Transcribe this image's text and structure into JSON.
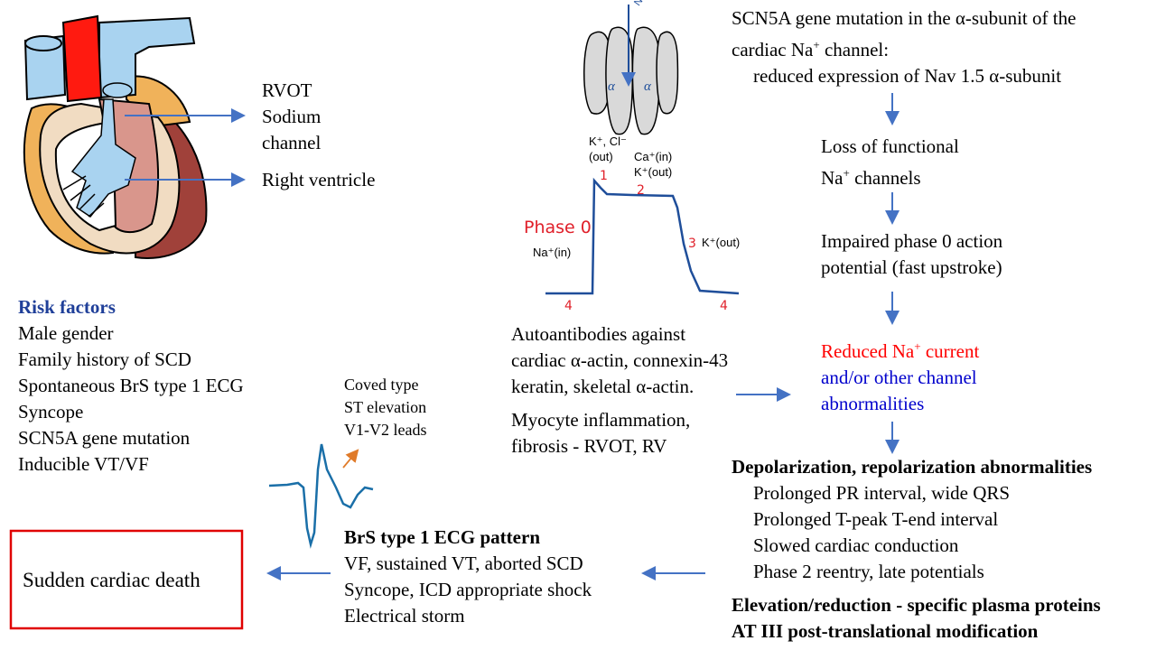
{
  "colors": {
    "arrow": "#4472c4",
    "risk_heading": "#1f3f99",
    "red_text": "#ff0000",
    "blue_text": "#0000cc",
    "scd_box_border": "#e00000",
    "ap_curve": "#1f4e9a",
    "ecg_curve": "#1a6fa8",
    "orange_arrow": "#e07b2a",
    "phase_label": "#e0202a"
  },
  "heart_labels": {
    "rvot": "RVOT",
    "sodium": "Sodium",
    "channel": "channel",
    "right_ventricle": "Right ventricle"
  },
  "channel": {
    "na_label": "Na+",
    "alpha_left": "α",
    "alpha_right": "α"
  },
  "action_potential": {
    "phase0_title": "Phase 0",
    "na_in": "Na⁺(in)",
    "phase1_ions_line1": "K⁺, Cl⁻",
    "phase1_ions_line2": "(out)",
    "phase2_ions_line1": "Ca⁺(in)",
    "phase2_ions_line2": "K⁺(out)",
    "phase3_ions": "K⁺(out)",
    "num_1": "1",
    "num_2": "2",
    "num_3": "3",
    "num_4_left": "4",
    "num_4_right": "4"
  },
  "flow": {
    "step1_line1": "SCN5A gene mutation in the α-subunit of the",
    "step1_line2_pre": "cardiac Na",
    "step1_line2_sup": "+",
    "step1_line2_post": " channel:",
    "step1_line3": "reduced expression of Nav 1.5 α-subunit",
    "step2_line1": "Loss of functional",
    "step2_line2_pre": "Na",
    "step2_line2_sup": "+",
    "step2_line2_post": " channels",
    "step3_line1": "Impaired phase 0 action",
    "step3_line2": "potential (fast upstroke)",
    "step4_line1_pre": "Reduced Na",
    "step4_line1_sup": "+",
    "step4_line1_post": " current",
    "step4_line2": "and/or other channel",
    "step4_line3": "abnormalities"
  },
  "autoantibodies": {
    "line1": "Autoantibodies against",
    "line2": "cardiac α-actin, connexin-43",
    "line3": "keratin, skeletal α-actin.",
    "line4": "Myocyte inflammation,",
    "line5": "fibrosis - RVOT, RV"
  },
  "depolarization": {
    "heading": "Depolarization, repolarization abnormalities",
    "items": [
      "Prolonged PR interval, wide QRS",
      "Prolonged T-peak T-end interval",
      "Slowed cardiac conduction",
      "Phase 2 reentry, late potentials"
    ],
    "bold1": "Elevation/reduction - specific plasma proteins",
    "bold2": "AT III post-translational modification"
  },
  "risk": {
    "heading": "Risk factors",
    "items": [
      "Male gender",
      "Family history of SCD",
      "Spontaneous BrS type 1 ECG",
      "Syncope",
      "SCN5A gene mutation",
      "Inducible VT/VF"
    ]
  },
  "ecg": {
    "line1": "Coved type",
    "line2": "ST elevation",
    "line3": "V1-V2 leads"
  },
  "brs": {
    "heading": "BrS type 1 ECG pattern",
    "items": [
      "VF, sustained VT, aborted SCD",
      "Syncope, ICD appropriate shock",
      "Electrical storm"
    ]
  },
  "scd": {
    "label": "Sudden cardiac death"
  }
}
